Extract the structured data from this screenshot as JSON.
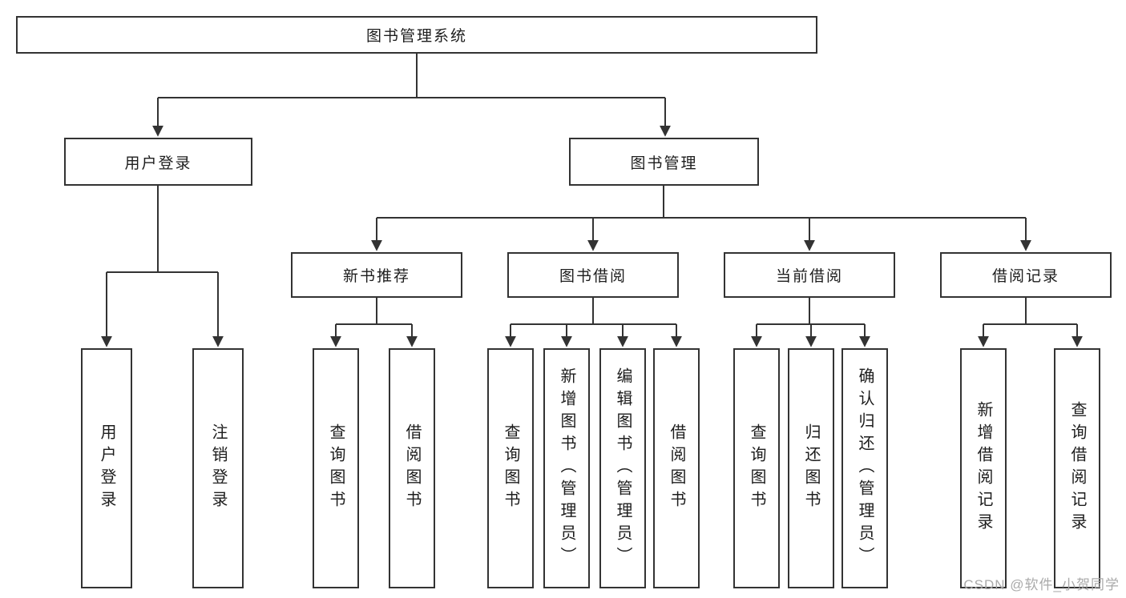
{
  "diagram": {
    "root": "图书管理系统",
    "user_login": "用户登录",
    "book_mgmt": "图书管理",
    "modules": [
      "新书推荐",
      "图书借阅",
      "当前借阅",
      "借阅记录"
    ],
    "user_login_children": [
      "用户登录",
      "注销登录"
    ],
    "new_book_children": [
      "查询图书",
      "借阅图书"
    ],
    "book_borrow_children": [
      "查询图书",
      "新增图书（管理员）",
      "编辑图书（管理员）",
      "借阅图书"
    ],
    "current_borrow_children": [
      "查询图书",
      "归还图书",
      "确认归还（管理员）"
    ],
    "records_children": [
      "新增借阅记录",
      "查询借阅记录"
    ]
  },
  "watermark": "CSDN @软件_小贺同学",
  "colors": {
    "border": "#333333",
    "line": "#333333",
    "watermark": "#aaaaaa",
    "background": "#ffffff"
  }
}
